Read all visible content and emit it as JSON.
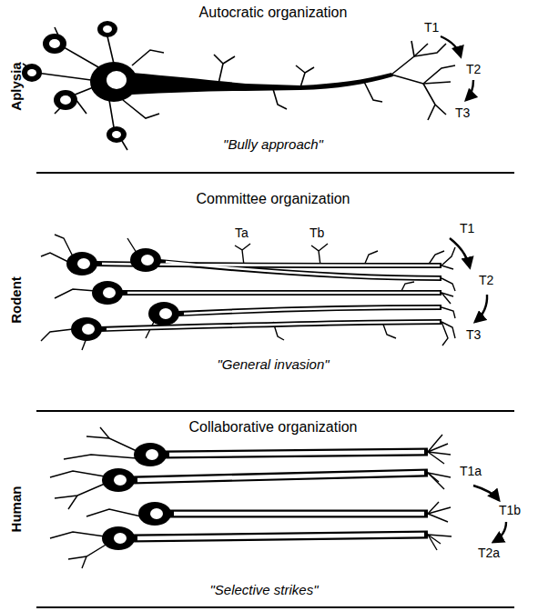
{
  "diagram": {
    "labels": [
      "Autocratic organization",
      "Aplysia",
      "T1",
      "T2",
      "T3",
      "\"Bully approach\"",
      "Committee organization",
      "Rodent",
      "Ta",
      "Tb",
      "T1",
      "T2",
      "T3",
      "\"General invasion\"",
      "Collaborative organization",
      "Human",
      "T1a",
      "T1b",
      "T2a",
      "\"Selective strikes\""
    ]
  }
}
